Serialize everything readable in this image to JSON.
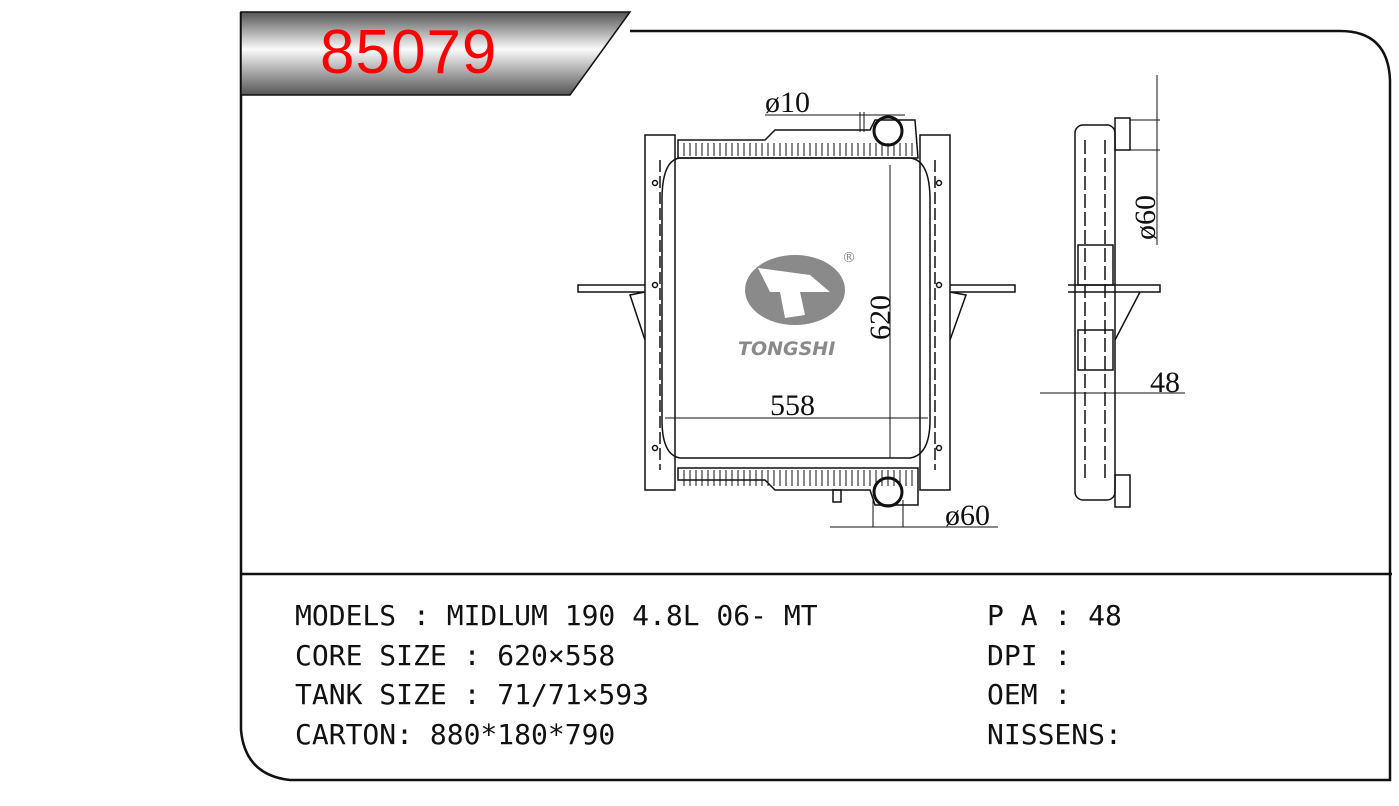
{
  "header": {
    "part_number": "85079"
  },
  "drawing": {
    "dim_inlet_small": "ø10",
    "dim_height": "620",
    "dim_width": "558",
    "dim_outlet": "ø60",
    "dim_side_pipe": "ø60",
    "dim_thickness": "48",
    "brand": "TONGSHI",
    "registered": "®"
  },
  "specs": {
    "left": [
      "MODELS : MIDLUM 190 4.8L 06- MT",
      "CORE SIZE : 620×558",
      "TANK SIZE : 71/71×593",
      "CARTON: 880*180*790"
    ],
    "right": [
      "P A : 48",
      "DPI :",
      "OEM :",
      "NISSENS:"
    ]
  },
  "colors": {
    "part_number": "#ff0000",
    "logo": "#8a8a8a"
  }
}
